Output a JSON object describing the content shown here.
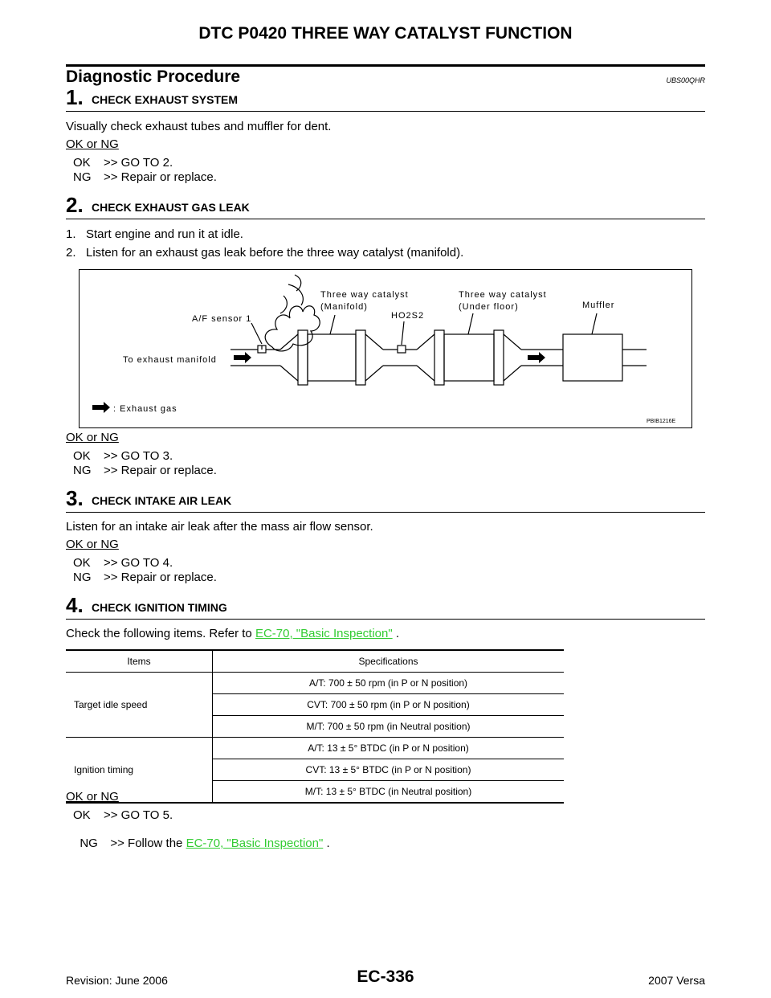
{
  "header": {
    "title": "DTC P0420 THREE WAY CATALYST FUNCTION"
  },
  "section": {
    "title": "Diagnostic Procedure",
    "code": "UBS00QHR"
  },
  "steps": [
    {
      "num": "1.",
      "title": "CHECK EXHAUST SYSTEM",
      "text": "Visually check exhaust tubes and muffler for dent.",
      "okng": "OK or NG",
      "ok_key": "OK",
      "ok_val": ">> GO TO 2.",
      "ng_key": "NG",
      "ng_val": ">> Repair or replace."
    },
    {
      "num": "2.",
      "title": "CHECK EXHAUST GAS LEAK",
      "items": [
        "1.   Start engine and run it at idle.",
        "2.   Listen for an exhaust gas leak before the three way catalyst (manifold)."
      ],
      "okng": "OK or NG",
      "ok_key": "OK",
      "ok_val": ">> GO TO 3.",
      "ng_key": "NG",
      "ng_val": ">> Repair or replace."
    },
    {
      "num": "3.",
      "title": "CHECK INTAKE AIR LEAK",
      "text": "Listen for an intake air leak after the mass air flow sensor.",
      "okng": "OK or NG",
      "ok_key": "OK",
      "ok_val": ">> GO TO 4.",
      "ng_key": "NG",
      "ng_val": ">> Repair or replace."
    },
    {
      "num": "4.",
      "title": "CHECK IGNITION TIMING",
      "text_pre": "Check the following items. Refer to ",
      "link": "EC-70, \"Basic Inspection\"",
      "text_post": " .",
      "okng": "OK or NG",
      "ok_key": "OK",
      "ok_val": ">> GO TO 5.",
      "ng_key": "NG",
      "ng_val_pre": ">> Follow the ",
      "ng_link": "EC-70, \"Basic Inspection\"",
      "ng_val_post": " ."
    }
  ],
  "diagram": {
    "labels": {
      "twc_manifold_1": "Three way catalyst",
      "twc_manifold_2": "(Manifold)",
      "twc_under_1": "Three way catalyst",
      "twc_under_2": "(Under floor)",
      "muffler": "Muffler",
      "af_sensor": "A/F sensor 1",
      "ho2s2": "HO2S2",
      "to_manifold": "To exhaust manifold",
      "exhaust_gas": ": Exhaust gas",
      "fig_code": "PBIB1216E"
    }
  },
  "spec_table": {
    "headers": [
      "Items",
      "Specifications"
    ],
    "groups": [
      {
        "item": "Target idle speed",
        "specs": [
          "A/T: 700 ± 50 rpm (in P or N position)",
          "CVT: 700 ± 50 rpm (in P or N position)",
          "M/T: 700 ± 50 rpm (in Neutral position)"
        ]
      },
      {
        "item": "Ignition timing",
        "specs": [
          "A/T: 13 ± 5° BTDC (in P or N position)",
          "CVT: 13 ± 5° BTDC (in P or N position)",
          "M/T: 13 ± 5° BTDC (in Neutral position)"
        ]
      }
    ]
  },
  "footer": {
    "revision": "Revision: June 2006",
    "page": "EC-336",
    "model": "2007 Versa"
  },
  "colors": {
    "link": "#33cc33"
  }
}
